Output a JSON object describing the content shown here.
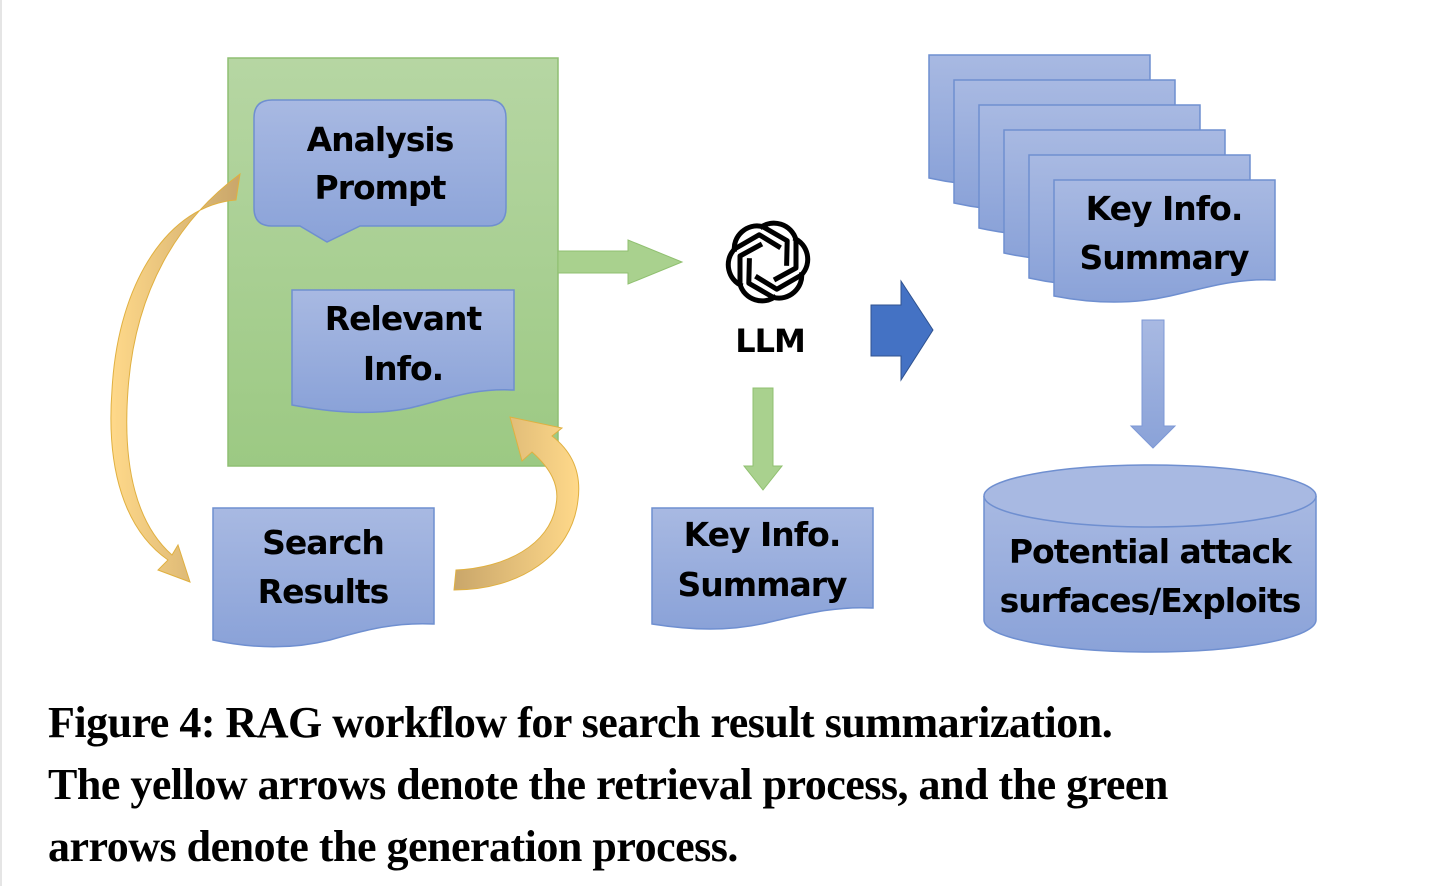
{
  "diagram": {
    "nodes": {
      "analysis_prompt": [
        "Analysis",
        "Prompt"
      ],
      "relevant_info": [
        "Relevant",
        "Info."
      ],
      "search_results": [
        "Search",
        "Results"
      ],
      "llm": "LLM",
      "key_info_summary_single": [
        "Key Info.",
        "Summary"
      ],
      "key_info_summary_stack": [
        "Key Info.",
        "Summary"
      ],
      "database": [
        "Potential attack",
        "surfaces/Exploits"
      ]
    },
    "icons": {
      "llm_logo": "openai-logo-icon"
    },
    "colors": {
      "container_green": "#a9d18e",
      "container_border": "#70ad47",
      "doc_blue": "#8faadc",
      "doc_border": "#4472c4",
      "arrow_green": "#a9d18e",
      "arrow_yellow": "#ffd966",
      "arrow_blue": "#4472c4"
    }
  },
  "caption": {
    "line1": "Figure 4: RAG workflow for search result summarization.",
    "line2": "The yellow arrows denote the retrieval process, and the green",
    "line3": "arrows denote the generation process."
  }
}
